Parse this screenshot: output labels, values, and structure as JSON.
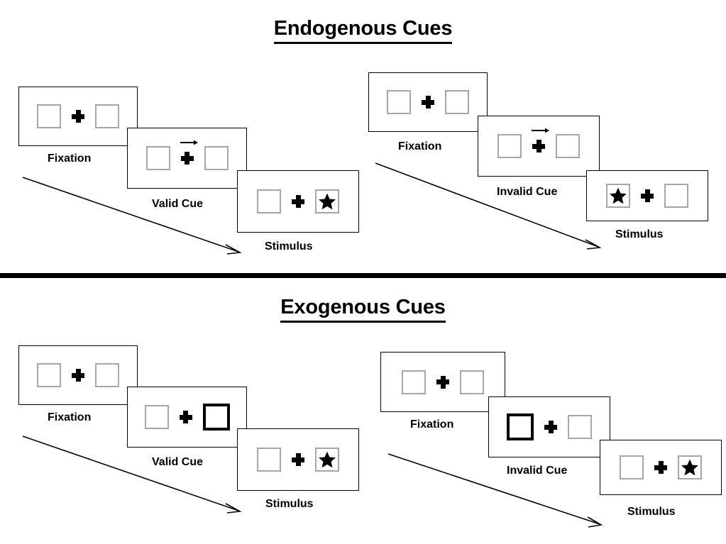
{
  "figure": {
    "title_top": "Endogenous Cues",
    "title_bottom": "Exogenous Cues"
  },
  "colors": {
    "frame_border": "#000000",
    "box_border": "#a6a6a6",
    "cued_box_border": "#000000",
    "stimulus_fill": "#000000",
    "background": "#ffffff"
  },
  "sections": [
    {
      "id": "endogenous",
      "title": "Endogenous Cues",
      "cue_type": "central-arrow",
      "sequences": [
        {
          "id": "endogenous-valid",
          "validity": "valid",
          "steps": [
            {
              "label": "Fixation",
              "cue": "none",
              "target": "none"
            },
            {
              "label": "Valid Cue",
              "cue": "arrow-right",
              "target": "none"
            },
            {
              "label": "Stimulus",
              "cue": "none",
              "target": "right"
            }
          ]
        },
        {
          "id": "endogenous-invalid",
          "validity": "invalid",
          "steps": [
            {
              "label": "Fixation",
              "cue": "none",
              "target": "none"
            },
            {
              "label": "Invalid Cue",
              "cue": "arrow-right",
              "target": "none"
            },
            {
              "label": "Stimulus",
              "cue": "none",
              "target": "left"
            }
          ]
        }
      ]
    },
    {
      "id": "exogenous",
      "title": "Exogenous Cues",
      "cue_type": "peripheral-box",
      "sequences": [
        {
          "id": "exogenous-valid",
          "validity": "valid",
          "steps": [
            {
              "label": "Fixation",
              "cue": "none",
              "target": "none"
            },
            {
              "label": "Valid Cue",
              "cue": "box-right",
              "target": "none"
            },
            {
              "label": "Stimulus",
              "cue": "none",
              "target": "right"
            }
          ]
        },
        {
          "id": "exogenous-invalid",
          "validity": "invalid",
          "steps": [
            {
              "label": "Fixation",
              "cue": "none",
              "target": "none"
            },
            {
              "label": "Invalid Cue",
              "cue": "box-left",
              "target": "none"
            },
            {
              "label": "Stimulus",
              "cue": "none",
              "target": "right"
            }
          ]
        }
      ]
    }
  ],
  "labels": {
    "fixation": "Fixation",
    "valid_cue": "Valid Cue",
    "invalid_cue": "Invalid Cue",
    "stimulus": "Stimulus"
  },
  "annotations": {
    "time_arrow_meaning": "time"
  }
}
